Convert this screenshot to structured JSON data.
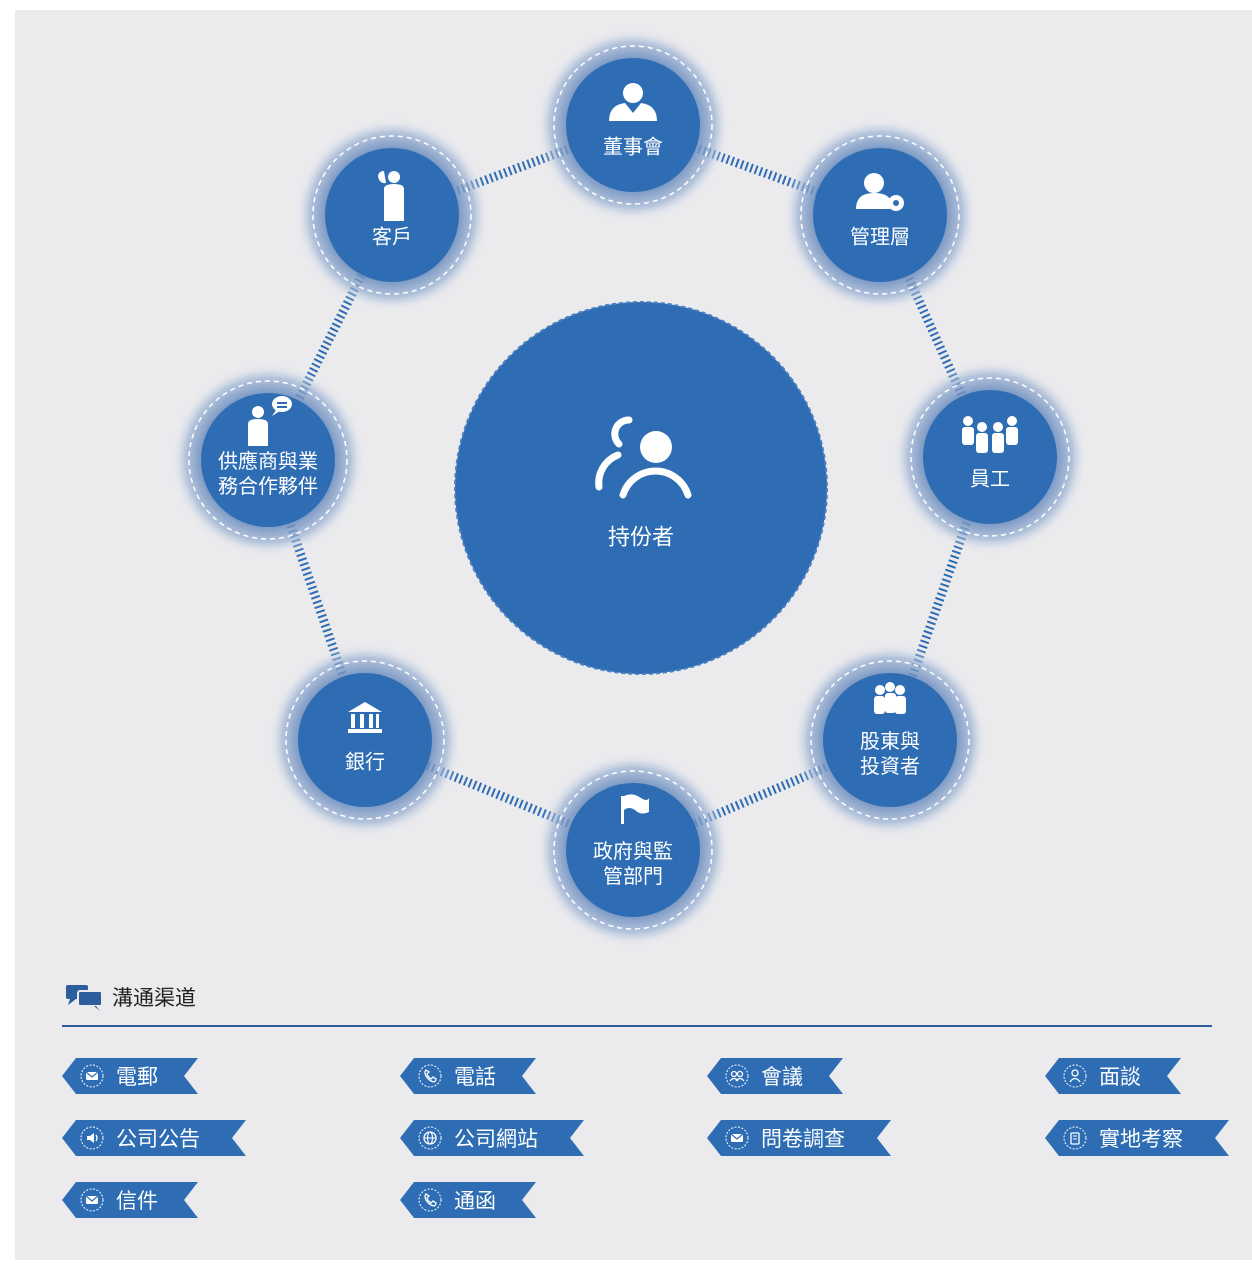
{
  "diagram": {
    "center": {
      "label": "持份者"
    },
    "nodes": [
      {
        "id": "board",
        "label": "董事會",
        "icon": "businessman-icon"
      },
      {
        "id": "management",
        "label": "管理層",
        "icon": "user-gear-icon"
      },
      {
        "id": "employees",
        "label": "員工",
        "icon": "team-icon"
      },
      {
        "id": "shareholders",
        "label": "股東與\n投資者",
        "icon": "group-icon"
      },
      {
        "id": "government",
        "label": "政府與監\n管部門",
        "icon": "flag-icon"
      },
      {
        "id": "banks",
        "label": "銀行",
        "icon": "bank-icon"
      },
      {
        "id": "suppliers",
        "label": "供應商與業\n務合作夥伴",
        "icon": "speaking-person-icon"
      },
      {
        "id": "customers",
        "label": "客戶",
        "icon": "person-calling-icon"
      }
    ]
  },
  "legend": {
    "title": "溝通渠道",
    "icon": "chat-bubbles-icon",
    "channels": [
      {
        "label": "電郵",
        "icon": "mail-icon"
      },
      {
        "label": "電話",
        "icon": "phone-icon"
      },
      {
        "label": "會議",
        "icon": "meeting-icon"
      },
      {
        "label": "面談",
        "icon": "interview-icon"
      },
      {
        "label": "公司公告",
        "icon": "speaker-icon"
      },
      {
        "label": "公司網站",
        "icon": "globe-icon"
      },
      {
        "label": "問卷調查",
        "icon": "mail-icon"
      },
      {
        "label": "實地考察",
        "icon": "clipboard-icon"
      },
      {
        "label": "信件",
        "icon": "mail-icon"
      },
      {
        "label": "通函",
        "icon": "phone-icon"
      }
    ]
  },
  "colors": {
    "primary": "#2e6db3",
    "halo": "#8aa4c8",
    "background": "#ebebee",
    "rule": "#2e5d9e"
  }
}
